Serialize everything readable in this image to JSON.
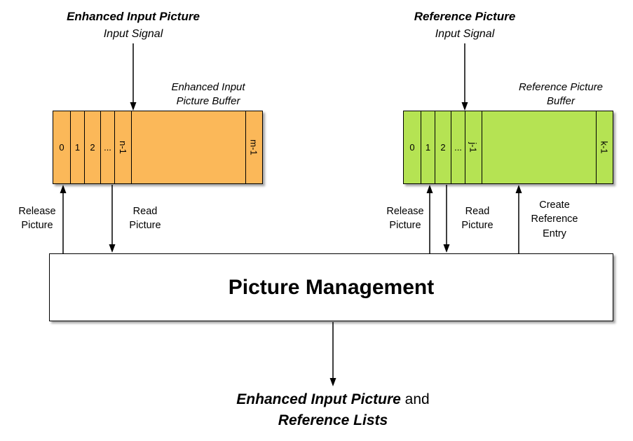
{
  "colors": {
    "enhanced_buffer": "#FBB859",
    "reference_buffer": "#B5E353"
  },
  "enhanced": {
    "signal_title": "Enhanced Input Picture",
    "signal_subtitle": "Input Signal",
    "buffer_label_line1": "Enhanced Input",
    "buffer_label_line2": "Picture Buffer",
    "cells": [
      "0",
      "1",
      "2",
      "...",
      "n-1"
    ],
    "last_cell": "m-1",
    "release_label": "Release Picture",
    "read_label": "Read Picture"
  },
  "reference": {
    "signal_title": "Reference Picture",
    "signal_subtitle": "Input Signal",
    "buffer_label_line1": "Reference Picture",
    "buffer_label_line2": "Buffer",
    "cells": [
      "0",
      "1",
      "2",
      "...",
      "j-1"
    ],
    "last_cell": "k-1",
    "release_label": "Release Picture",
    "read_label": "Read Picture",
    "create_label": "Create Reference Entry"
  },
  "management": {
    "title": "Picture Management"
  },
  "output": {
    "line1_bold": "Enhanced Input Picture",
    "line1_rest": " and",
    "line2": "Reference Lists"
  }
}
